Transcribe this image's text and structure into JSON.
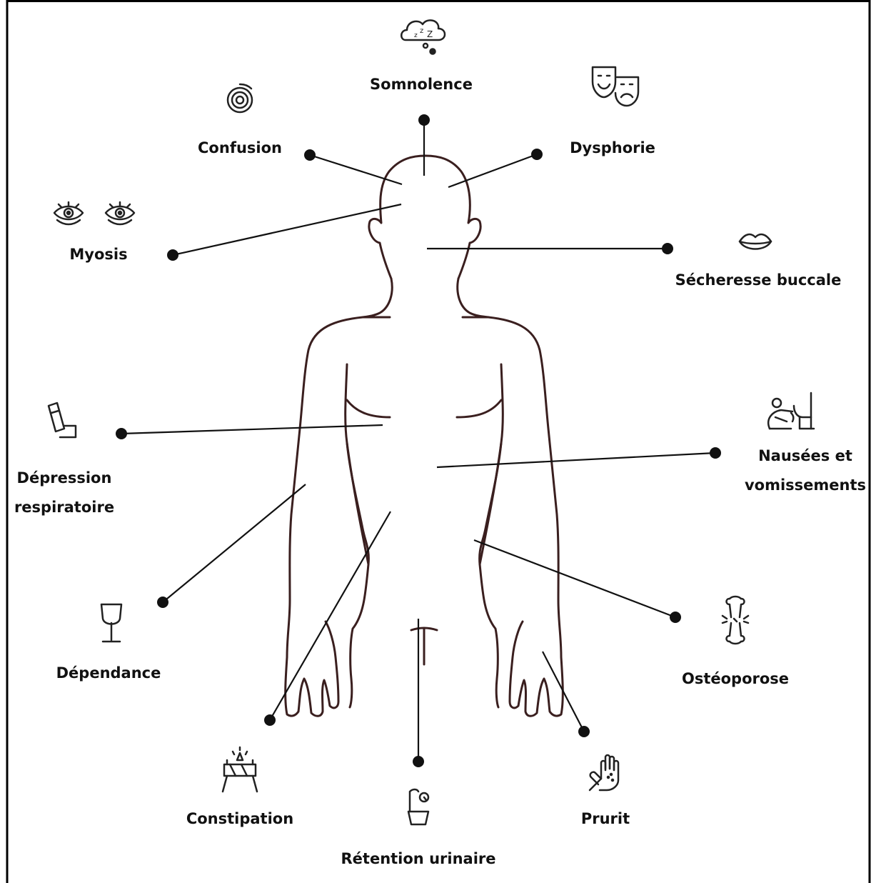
{
  "colors": {
    "background": "#ffffff",
    "frame": "#000000",
    "body_outline": "#3a1f1f",
    "leader_line": "#111111",
    "text": "#111111"
  },
  "effects": [
    {
      "id": "somnolence",
      "label": "Somnolence",
      "icon": "sleep-cloud-icon"
    },
    {
      "id": "confusion",
      "label": "Confusion",
      "icon": "spiral-icon"
    },
    {
      "id": "dysphorie",
      "label": "Dysphorie",
      "icon": "theater-masks-icon"
    },
    {
      "id": "myosis",
      "label": "Myosis",
      "icon": "eyes-icon"
    },
    {
      "id": "secheresse",
      "label": "Sécheresse buccale",
      "icon": "lips-icon"
    },
    {
      "id": "depression",
      "label_lines": [
        "Dépression",
        "respiratoire"
      ],
      "icon": "inhaler-icon"
    },
    {
      "id": "nausees",
      "label_lines": [
        "Nausées et",
        "vomissements"
      ],
      "icon": "vomiting-person-icon"
    },
    {
      "id": "dependance",
      "label": "Dépendance",
      "icon": "wine-glass-icon"
    },
    {
      "id": "osteoporose",
      "label": "Ostéoporose",
      "icon": "broken-bone-icon"
    },
    {
      "id": "constipation",
      "label": "Constipation",
      "icon": "roadblock-icon"
    },
    {
      "id": "retention",
      "label": "Rétention urinaire",
      "icon": "urinal-icon"
    },
    {
      "id": "prurit",
      "label": "Prurit",
      "icon": "itchy-hand-icon"
    }
  ]
}
